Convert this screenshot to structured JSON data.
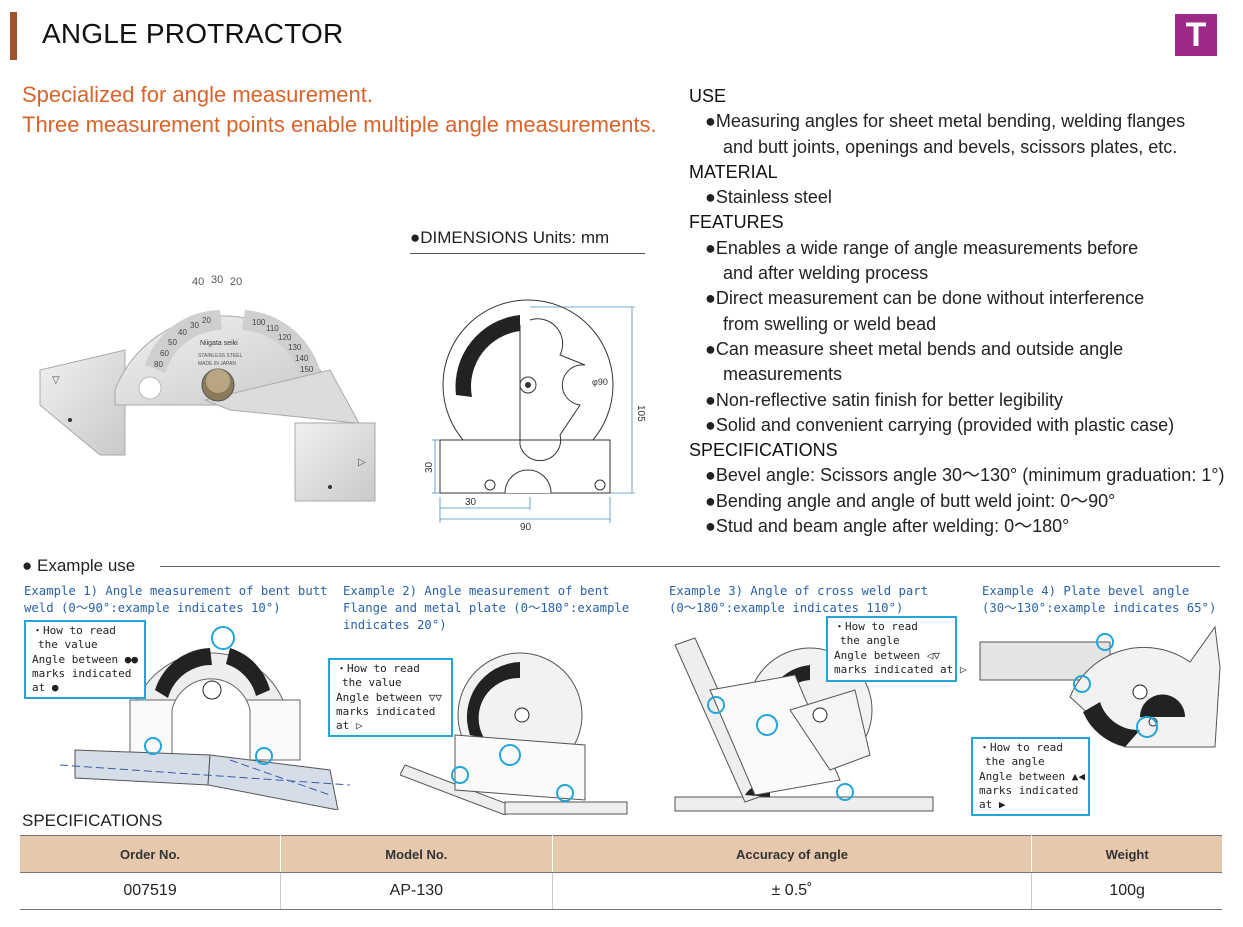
{
  "header": {
    "title": "ANGLE PROTRACTOR",
    "badge": "T"
  },
  "tagline": [
    "Specialized for angle measurement.",
    "Three measurement points enable multiple angle measurements."
  ],
  "sections": {
    "use": {
      "heading": "USE",
      "lines": [
        "●Measuring angles for sheet metal bending, welding flanges",
        "and butt joints, openings and bevels, scissors plates, etc."
      ]
    },
    "material": {
      "heading": "MATERIAL",
      "lines": [
        "●Stainless steel"
      ]
    },
    "features": {
      "heading": "FEATURES",
      "lines": [
        "●Enables a wide range of angle measurements before",
        "and after welding process",
        "●Direct measurement can be done without interference",
        "from swelling or weld bead",
        "●Can measure sheet metal bends and outside angle",
        "measurements",
        "●Non-reflective satin finish for better legibility",
        "●Solid and convenient carrying (provided with plastic case)"
      ]
    },
    "specifications": {
      "heading": "SPECIFICATIONS",
      "lines": [
        "●Bevel angle: Scissors angle 30～130° (minimum graduation: 1°)",
        "●Bending angle and angle of butt weld joint: 0～90°",
        "●Stud and beam angle after welding: 0～180°"
      ]
    }
  },
  "dimensions": {
    "title": "●DIMENSIONS",
    "units": "Units: mm",
    "labels": {
      "height": "105",
      "base_height": "30",
      "left_width": "30",
      "total_width": "90",
      "radius": "φ90"
    }
  },
  "photo": {
    "scale_top": [
      "40",
      "30",
      "20"
    ],
    "scale_left": [
      "20",
      "30",
      "40",
      "50",
      "60",
      "80"
    ],
    "scale_right": [
      "100",
      "110",
      "120",
      "130",
      "140",
      "150"
    ],
    "brand": "Niigata seiki",
    "stamp1": "STAINLESS STEEL",
    "stamp2": "MADE IN JAPAN"
  },
  "example_use": {
    "title": "● Example use",
    "examples": [
      {
        "caption": [
          "Example 1) Angle measurement of bent butt",
          "weld (0～90°:example indicates 10°)"
        ],
        "note": [
          "・How to read",
          "  the value",
          "Angle between ●●",
          "marks indicated",
          "at ●"
        ]
      },
      {
        "caption": [
          "Example 2) Angle measurement of bent",
          "Flange and metal plate (0～180°:example",
          "indicates 20°)"
        ],
        "note": [
          "・How to read",
          "  the value",
          "Angle between ▽▽",
          "marks indicated",
          "at ▷"
        ]
      },
      {
        "caption": [
          "Example 3)  Angle of cross weld part",
          "(0～180°:example indicates 110°)"
        ],
        "note": [
          "・How to read",
          "  the angle",
          "Angle between ◁▽",
          "marks indicated at ▷"
        ]
      },
      {
        "caption": [
          "Example 4) Plate bevel angle",
          "(30～130°:example indicates 65°)"
        ],
        "note": [
          "・How to read",
          "  the angle",
          "Angle between ▲◀",
          "marks indicated",
          "at ▶"
        ]
      }
    ]
  },
  "spec_table": {
    "title": "SPECIFICATIONS",
    "headers": [
      "Order No.",
      "Model No.",
      "Accuracy of angle",
      "Weight"
    ],
    "row": [
      "007519",
      "AP-130",
      "± 0.5˚",
      "100g"
    ]
  },
  "colors": {
    "accent_brown": "#a0522d",
    "tagline_orange": "#d9632a",
    "badge_purple": "#9c2a86",
    "caption_blue": "#2a62a8",
    "highlight_cyan": "#22a6d8",
    "table_header": "#e6c8ad"
  }
}
